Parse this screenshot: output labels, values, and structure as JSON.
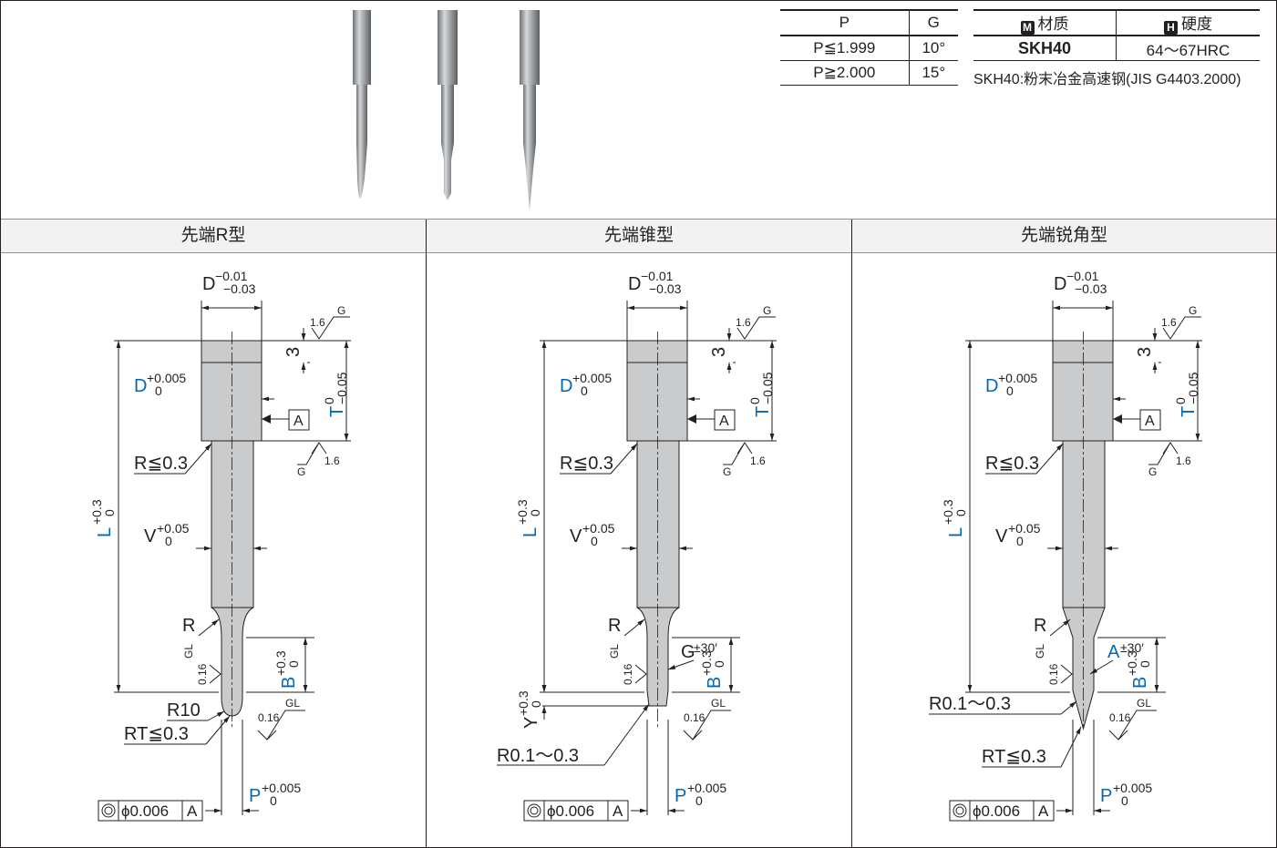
{
  "angle_table": {
    "headers": [
      "P",
      "G"
    ],
    "rows": [
      [
        "P≦1.999",
        "10°"
      ],
      [
        "P≧2.000",
        "15°"
      ]
    ]
  },
  "material_table": {
    "material_tag": "M",
    "material_header": "材质",
    "hardness_tag": "H",
    "hardness_header": "硬度",
    "material": "SKH40",
    "hardness": "64～67HRC"
  },
  "material_note": "SKH40:粉末冶金高速钢(JIS G4403.2000)",
  "sections": [
    {
      "title": "先端R型"
    },
    {
      "title": "先端锥型"
    },
    {
      "title": "先端锐角型"
    }
  ],
  "dims": {
    "D": "D",
    "D_tol_upper": "−0.01",
    "D_tol_lower": "−0.03",
    "D_fit_upper": "+0.005",
    "D_fit_lower": "0",
    "three": "3",
    "T": "T",
    "T_tol_upper": "0",
    "T_tol_lower": "−0.05",
    "L": "L",
    "L_tol_upper": "+0.3",
    "L_tol_lower": "0",
    "V": "V",
    "V_tol_upper": "+0.05",
    "V_tol_lower": "0",
    "B": "B",
    "B_tol_upper": "+0.3",
    "B_tol_lower": "0",
    "P": "P",
    "P_tol_upper": "+0.005",
    "P_tol_lower": "0",
    "Y": "Y",
    "Y_tol_upper": "+0.3",
    "Y_tol_lower": "0",
    "A": "A",
    "G": "G",
    "angle_tol": "±30′",
    "R_le": "R≦0.3",
    "R": "R",
    "R10": "R10",
    "RT": "RT≦0.3",
    "R_range": "R0.1～0.3",
    "datum": "A",
    "rough_16": "1.6",
    "rough_016": "0.16",
    "rough_G": "G",
    "rough_GL": "GL",
    "runout_sym": "◎",
    "runout_val": "ϕ0.006",
    "runout_ref": "A"
  },
  "colors": {
    "accent": "#0068b7",
    "line": "#231f20",
    "header_bg": "#f2f2f2",
    "punch": "#c9cbcc"
  }
}
